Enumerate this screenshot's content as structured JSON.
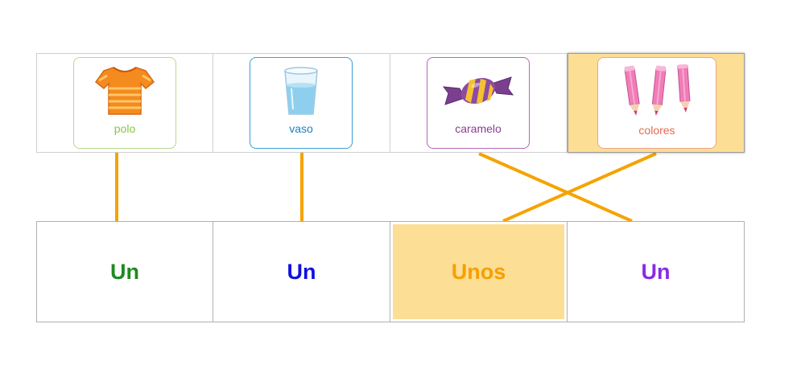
{
  "pictures": [
    {
      "label": "polo",
      "icon": "shirt-icon"
    },
    {
      "label": "vaso",
      "icon": "glass-icon"
    },
    {
      "label": "caramelo",
      "icon": "candy-icon"
    },
    {
      "label": "colores",
      "icon": "pencils-icon"
    }
  ],
  "words": [
    {
      "label": "Un",
      "color": "#1f8a1f"
    },
    {
      "label": "Un",
      "color": "#1010e0"
    },
    {
      "label": "Unos",
      "color": "#f5a000"
    },
    {
      "label": "Un",
      "color": "#8a2be2"
    }
  ],
  "connections": [
    {
      "picture": "polo",
      "word_index": 0
    },
    {
      "picture": "vaso",
      "word_index": 1
    },
    {
      "picture": "caramelo",
      "word_index": 3
    },
    {
      "picture": "colores",
      "word_index": 2
    }
  ],
  "selected_picture": "colores",
  "selected_word_index": 2,
  "line_color": "#f5a300"
}
